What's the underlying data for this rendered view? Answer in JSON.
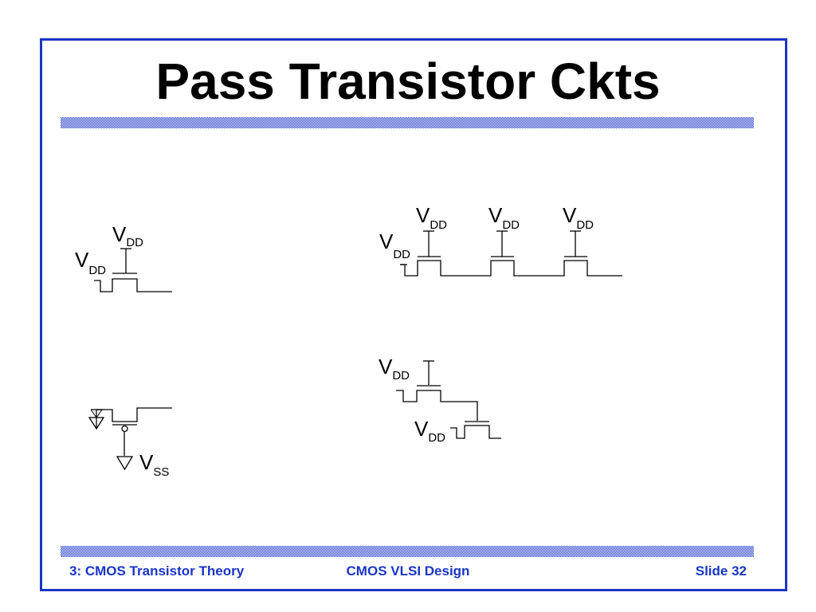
{
  "title": "Pass Transistor Ckts",
  "footer": {
    "left": "3: CMOS Transistor Theory",
    "center": "CMOS VLSI Design",
    "right": "Slide 32"
  },
  "labels": {
    "v": "V",
    "dd": "DD",
    "ss": "SS"
  },
  "colors": {
    "accent": "#1a35c6"
  }
}
